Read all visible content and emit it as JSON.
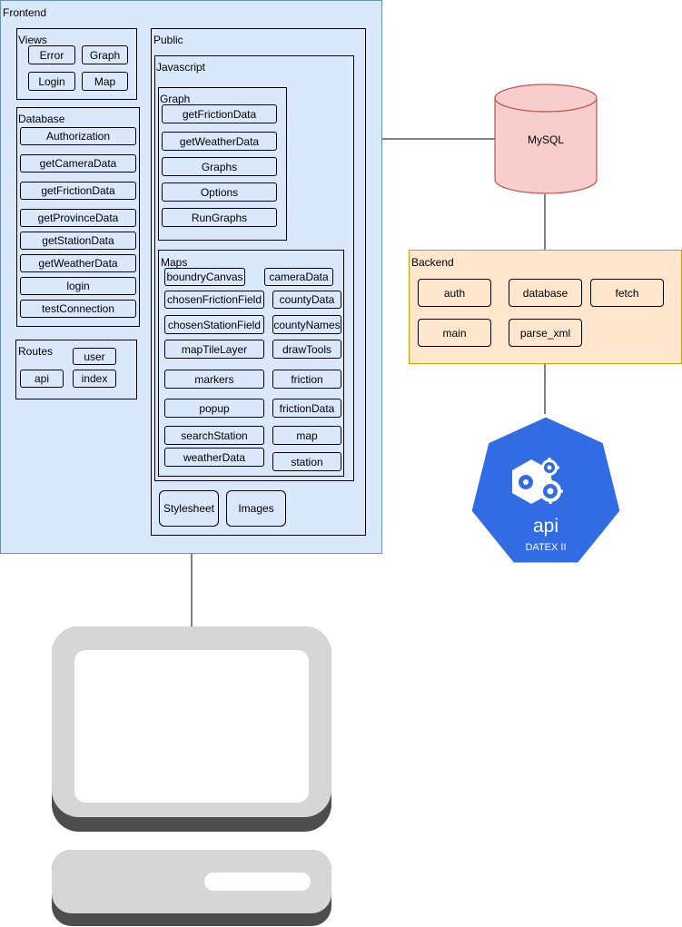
{
  "frontend": {
    "title": "Frontend",
    "views": {
      "title": "Views",
      "items": [
        "Error",
        "Graph",
        "Login",
        "Map"
      ]
    },
    "database": {
      "title": "Database",
      "items": [
        "Authorization",
        "getCameraData",
        "getFrictionData",
        "getProvinceData",
        "getStationData",
        "getWeatherData",
        "login",
        "testConnection"
      ]
    },
    "routes": {
      "title": "Routes",
      "items": [
        "user",
        "api",
        "index"
      ]
    },
    "public": {
      "title": "Public",
      "javascript": {
        "title": "Javascript",
        "graph": {
          "title": "Graph",
          "items": [
            "getFrictionData",
            "getWeatherData",
            "Graphs",
            "Options",
            "RunGraphs"
          ]
        },
        "maps": {
          "title": "Maps",
          "left": [
            "boundryCanvas",
            "chosenFrictionField",
            "chosenStationField",
            "mapTileLayer",
            "markers",
            "popup",
            "searchStation",
            "weatherData"
          ],
          "right": [
            "cameraData",
            "countyData",
            "countyNames",
            "drawTools",
            "friction",
            "frictionData",
            "map",
            "station"
          ]
        }
      },
      "stylesheet": "Stylesheet",
      "images": "Images"
    }
  },
  "mysql": {
    "label": "MySQL"
  },
  "backend": {
    "title": "Backend",
    "items": [
      "auth",
      "database",
      "fetch",
      "main",
      "parse_xml"
    ]
  },
  "api": {
    "label": "api",
    "sublabel": "DATEX II"
  },
  "colors": {
    "frontend_fill": "#dae8fc",
    "frontend_stroke": "#6c8ebf",
    "backend_fill": "#ffe6cc",
    "backend_stroke": "#d79b00",
    "mysql_fill": "#f8cecc",
    "mysql_stroke": "#b85450",
    "api_fill": "#326ce5",
    "computer_fill": "#d6d6d6"
  },
  "icons": [
    "database-cylinder-icon",
    "kubernetes-api-icon",
    "computer-icon"
  ]
}
